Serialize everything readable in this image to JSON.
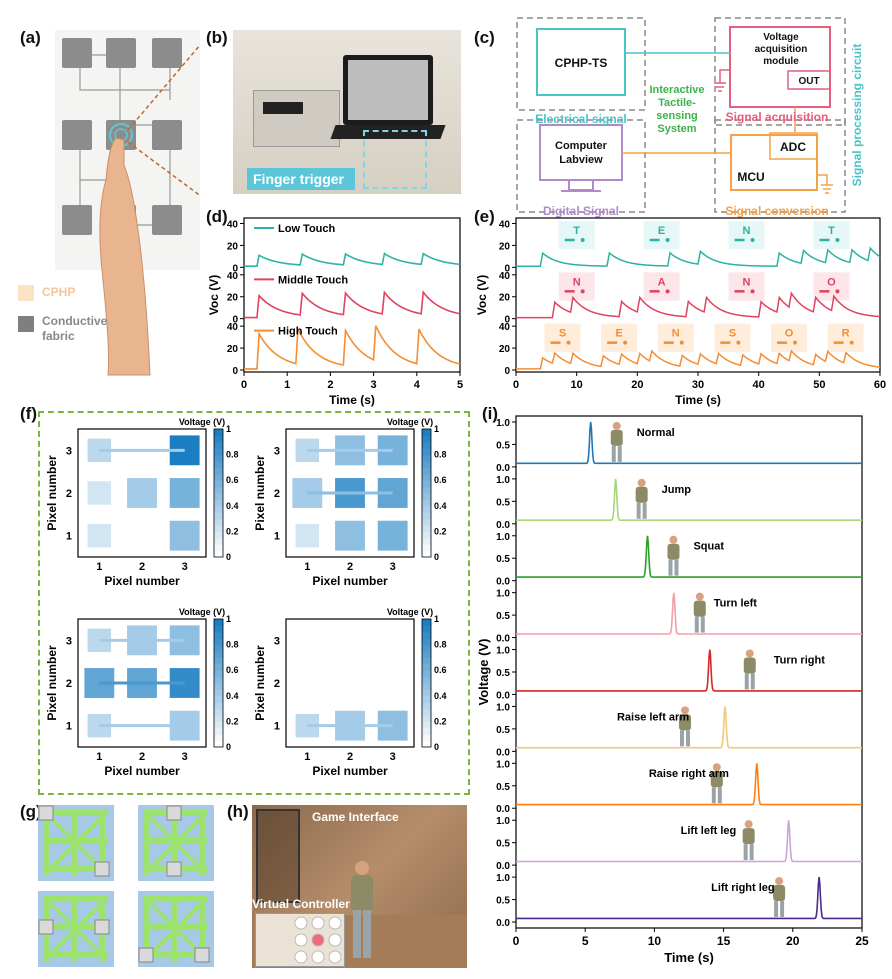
{
  "panels": {
    "a": "(a)",
    "b": "(b)",
    "c": "(c)",
    "d": "(d)",
    "e": "(e)",
    "f": "(f)",
    "g": "(g)",
    "h": "(h)",
    "i": "(i)"
  },
  "a": {
    "legend1": "CPHP",
    "legend2a": "Conductive",
    "legend2b": "fabric",
    "legend_colors": [
      "#fbe3c4",
      "#7f7f7f"
    ]
  },
  "b": {
    "caption": "Finger trigger"
  },
  "c": {
    "cphp": "CPHP-TS",
    "electrical": "Electrical signal",
    "vam1": "Voltage",
    "vam2": "acquisition",
    "vam3": "module",
    "out": "OUT",
    "acq": "Signal acquisition",
    "spc": "Signal processing circuit",
    "its1": "Interactive",
    "its2": "Tactile-",
    "its3": "sensing",
    "its4": "System",
    "comp1": "Computer",
    "comp2": "Labview",
    "digital": "Digital Signal",
    "adc": "ADC",
    "mcu": "MCU",
    "conv": "Signal conversion",
    "colors": {
      "teal": "#4cc3c7",
      "pink": "#e0607e",
      "orange": "#f5a04a",
      "purple": "#b08ac9",
      "green": "#3bb34a"
    }
  },
  "chart_data": [
    {
      "panel": "d",
      "type": "line",
      "xlabel": "Time (s)",
      "ylabel": "Voc (V)",
      "xlim": [
        0,
        5
      ],
      "xticks": [
        0,
        1,
        2,
        3,
        4,
        5
      ],
      "ylim": [
        0,
        45
      ],
      "yticks": [
        0,
        20,
        40
      ],
      "series": [
        {
          "name": "Low Touch",
          "color": "#2ab3a6",
          "peaks": [
            0.3,
            1.3,
            2.3,
            3.2,
            4.1
          ],
          "amp": 10
        },
        {
          "name": "Middle Touch",
          "color": "#e0435f",
          "peaks": [
            0.3,
            1.3,
            2.3,
            3.2,
            4.1
          ],
          "amp": 20
        },
        {
          "name": "High Touch",
          "color": "#f58d32",
          "peaks": [
            0.3,
            1.2,
            2.3,
            3.0,
            4.0
          ],
          "amp": 32
        }
      ]
    },
    {
      "panel": "e",
      "type": "line",
      "xlabel": "Time (s)",
      "ylabel": "Voc (V)",
      "xlim": [
        0,
        60
      ],
      "xticks": [
        0,
        10,
        20,
        30,
        40,
        50,
        60
      ],
      "ylim": [
        0,
        45
      ],
      "yticks": [
        0,
        20,
        40
      ],
      "series": [
        {
          "name": "TENT",
          "color": "#2ab3a6",
          "letters": [
            "T",
            "E",
            "N",
            "T"
          ],
          "peaks": [
            4,
            15,
            25,
            30,
            43,
            47,
            51,
            55,
            58
          ],
          "amp": 12
        },
        {
          "name": "NANO",
          "color": "#e0435f",
          "letters": [
            "N",
            "A",
            "N",
            "O"
          ],
          "peaks": [
            6,
            9,
            17,
            20,
            28,
            31,
            40,
            43,
            45,
            49,
            52
          ],
          "amp": 14
        },
        {
          "name": "SENSOR",
          "color": "#f58d32",
          "letters": [
            "S",
            "E",
            "N",
            "S",
            "O",
            "R"
          ],
          "peaks": [
            4,
            6,
            9,
            14,
            17,
            20,
            22,
            27,
            30,
            33,
            37,
            40,
            43,
            45,
            49,
            51,
            54
          ],
          "amp": 10
        }
      ]
    },
    {
      "panel": "f",
      "type": "heatmap",
      "xlabel": "Pixel number",
      "ylabel": "Pixel number",
      "cbar_label": "Voltage (V)",
      "cbar_ticks": [
        "0",
        "0.2",
        "0.4",
        "0.6",
        "0.8",
        "1"
      ],
      "ticks": [
        "1",
        "2",
        "3"
      ],
      "maps": [
        [
          [
            0.3,
            0.0,
            1.0
          ],
          [
            0.2,
            0.4,
            0.6
          ],
          [
            0.2,
            0.0,
            0.5
          ]
        ],
        [
          [
            0.3,
            0.5,
            0.6
          ],
          [
            0.4,
            0.8,
            0.7
          ],
          [
            0.2,
            0.5,
            0.6
          ]
        ],
        [
          [
            0.3,
            0.4,
            0.5
          ],
          [
            0.7,
            0.7,
            0.9
          ],
          [
            0.3,
            0.0,
            0.4
          ]
        ],
        [
          [
            0.0,
            0.0,
            0.0
          ],
          [
            0.0,
            0.0,
            0.0
          ],
          [
            0.3,
            0.4,
            0.5
          ]
        ]
      ]
    },
    {
      "panel": "i",
      "type": "line",
      "xlabel": "Time (s)",
      "ylabel": "Voltage (V)",
      "xlim": [
        0,
        25
      ],
      "xticks": [
        0,
        5,
        10,
        15,
        20,
        25
      ],
      "yticks": [
        "0.0",
        "0.5",
        "1.0"
      ],
      "series": [
        {
          "name": "Normal",
          "color": "#1f77b4",
          "peak": 5.4
        },
        {
          "name": "Jump",
          "color": "#a8d67a",
          "peak": 7.2
        },
        {
          "name": "Squat",
          "color": "#2ca02c",
          "peak": 9.5
        },
        {
          "name": "Turn left",
          "color": "#f2a0a8",
          "peak": 11.4
        },
        {
          "name": "Turn right",
          "color": "#d62728",
          "peak": 14.0
        },
        {
          "name": "Raise left arm",
          "color": "#f5c77a",
          "peak": 15.1
        },
        {
          "name": "Raise right arm",
          "color": "#ff7f0e",
          "peak": 17.4
        },
        {
          "name": "Lift left leg",
          "color": "#c9a6d8",
          "peak": 19.7
        },
        {
          "name": "Lift right leg",
          "color": "#4b2a8a",
          "peak": 21.9
        }
      ]
    }
  ],
  "h": {
    "title": "Game Interface",
    "controller": "Virtual Controller"
  }
}
